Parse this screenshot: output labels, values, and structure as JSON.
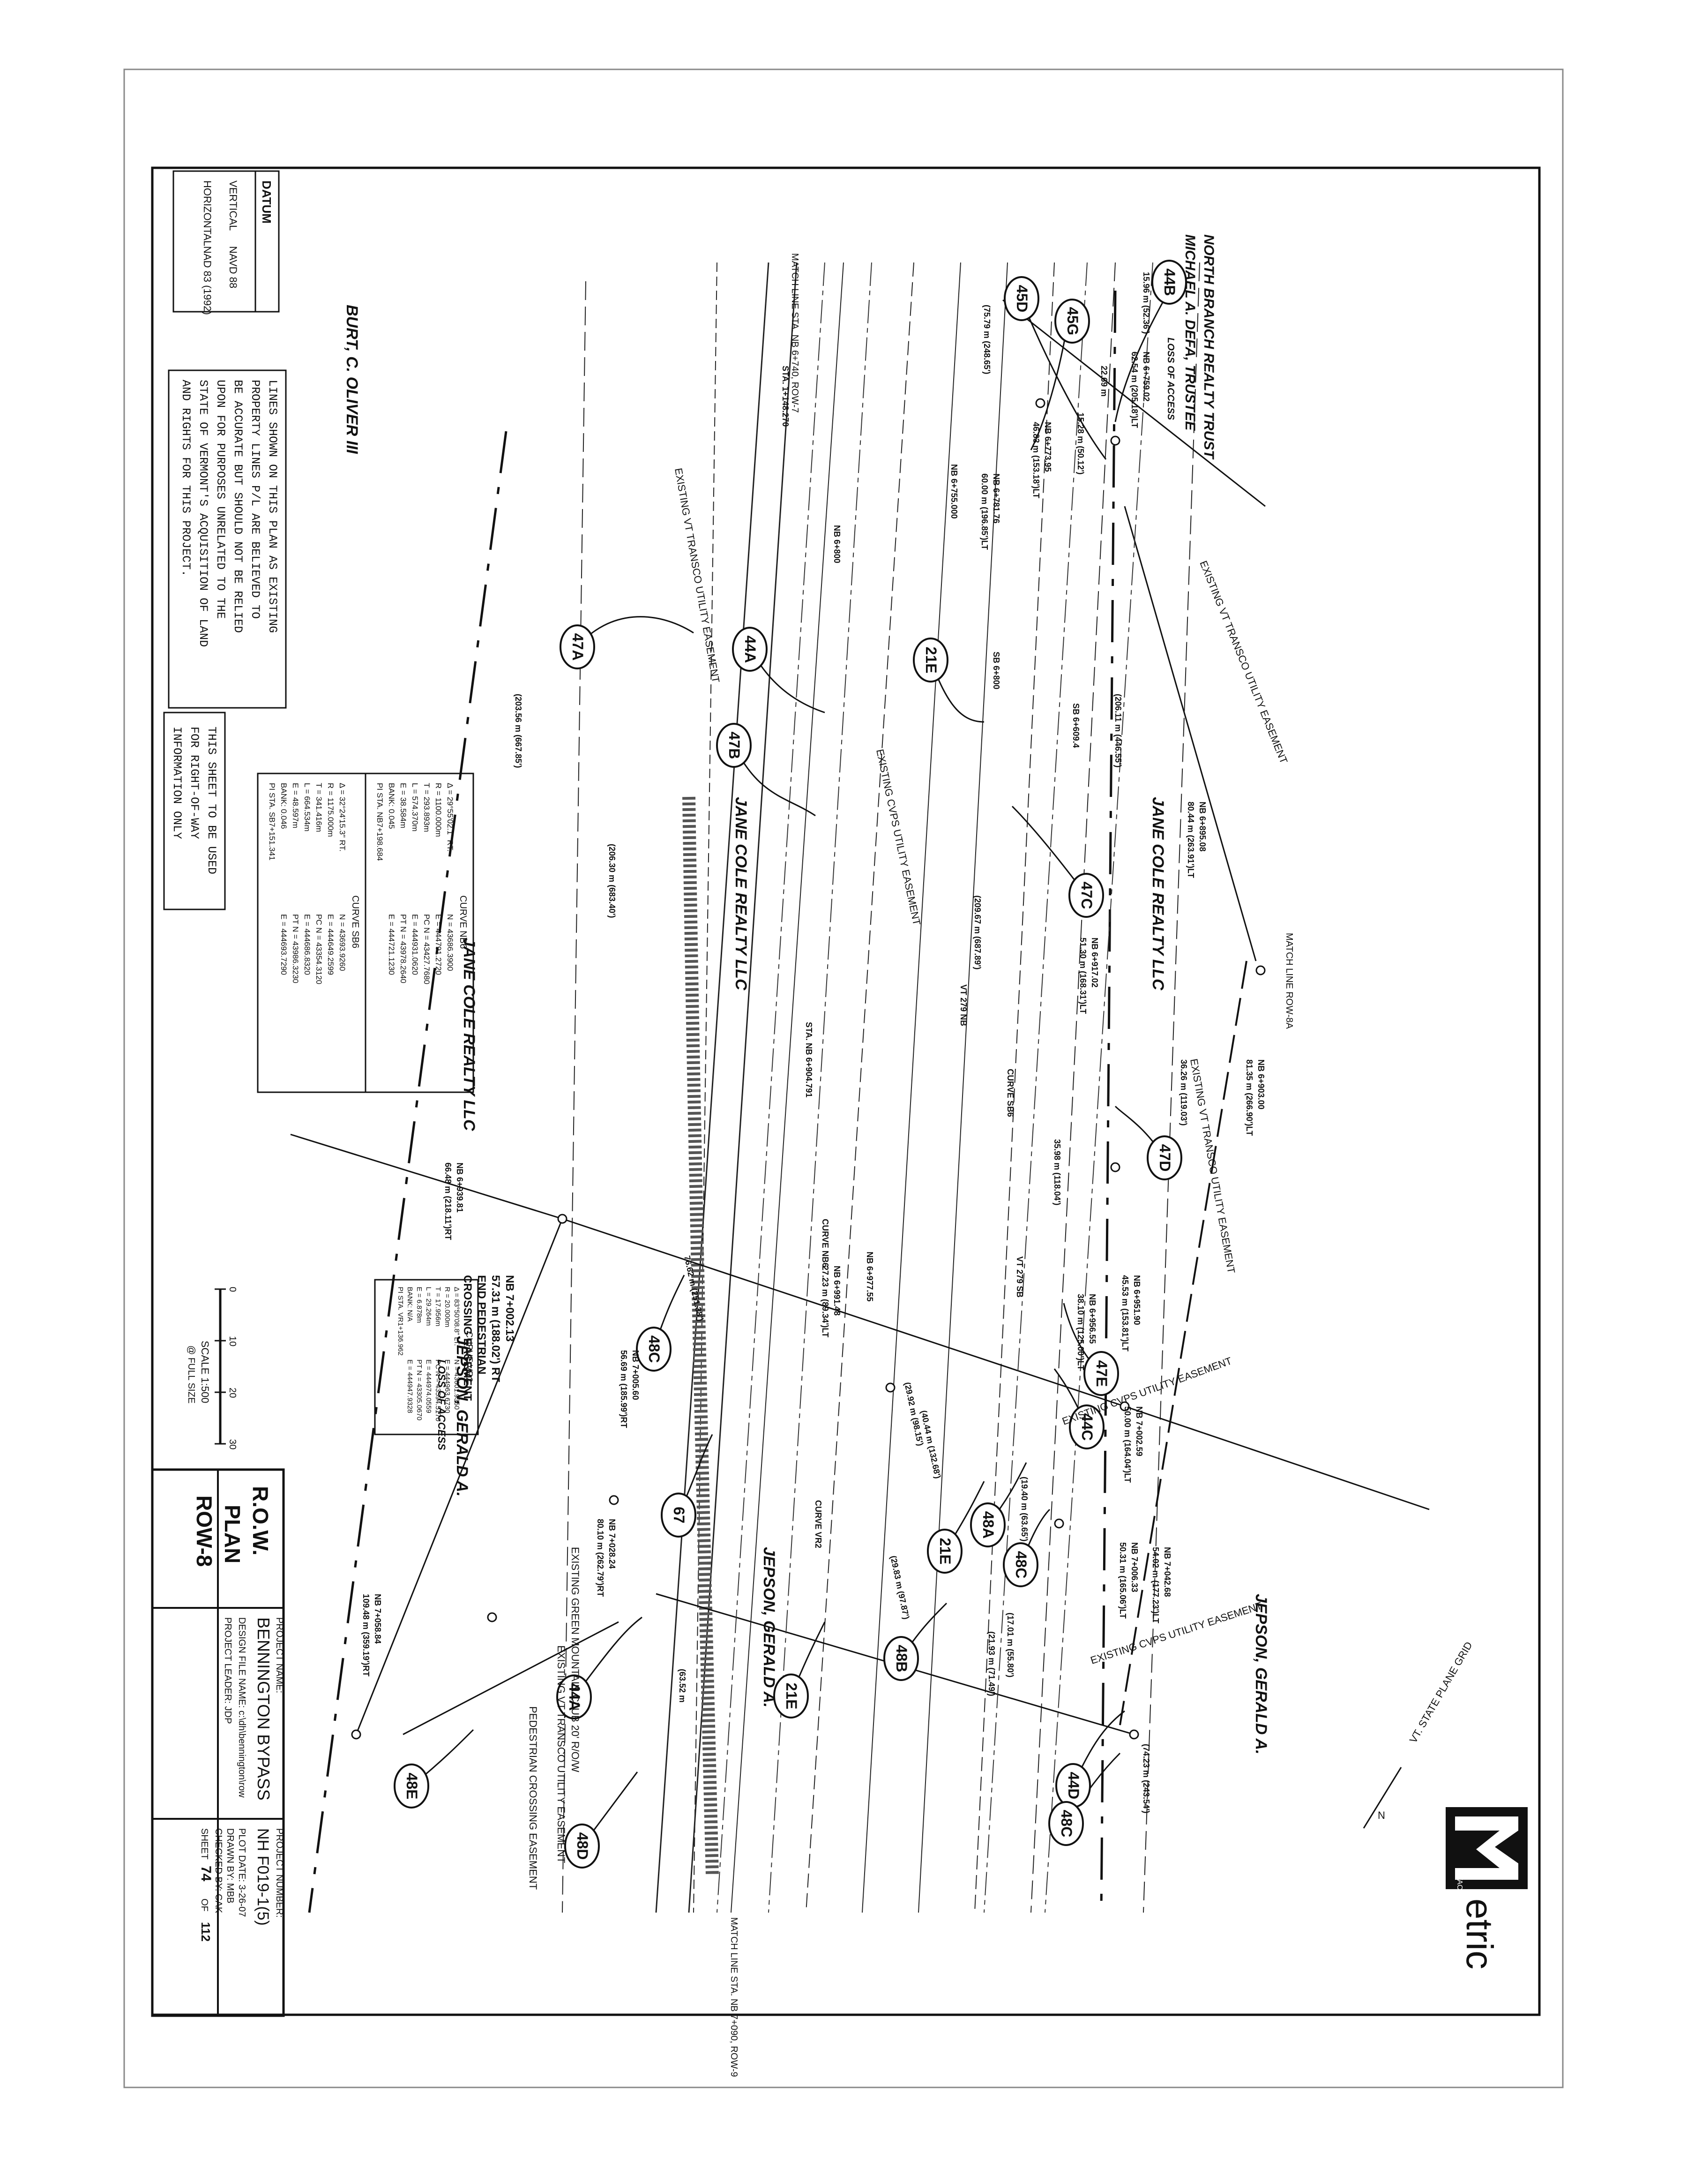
{
  "datum": {
    "title": "DATUM",
    "vertical_label": "VERTICAL",
    "vertical_value": "NAVD 88",
    "horizontal_label": "HORIZONTAL",
    "horizontal_value": "NAD 83 (1992)"
  },
  "notes": {
    "property_lines": [
      "LINES SHOWN ON THIS PLAN AS EXISTING",
      "PROPERTY LINES P/L ARE BELIEVED TO",
      "BE ACCURATE BUT SHOULD NOT BE RELIED",
      "UPON FOR PURPOSES UNRELATED TO THE",
      "STATE OF VERMONT'S ACQUISITION OF LAND",
      "AND RIGHTS FOR THIS PROJECT."
    ],
    "row_only": [
      "THIS SHEET TO BE USED",
      "FOR RIGHT-OF-WAY",
      "INFORMATION ONLY"
    ]
  },
  "owners": {
    "north_branch": [
      "NORTH BRANCH REALTY TRUST",
      "MICHAEL A. DEFA, TRUSTEE"
    ],
    "loss_access_top": "LOSS OF ACCESS",
    "burt": "BURT, C. OLIVER III",
    "jane_cole_1": "JANE COLE REALTY LLC",
    "jane_cole_2": "JANE COLE REALTY LLC",
    "jane_cole_3": "JANE COLE REALTY LLC",
    "jepson_1": "JEPSON, GERALD A.",
    "jepson_2": "JEPSON, GERALD A.",
    "jepson_3": "JEPSON, GERALD A.",
    "loss_access_bottom": "LOSS OF ACCESS"
  },
  "match_lines": {
    "left": "MATCH LINE STA. NB 6+740, ROW-7",
    "right": "MATCH LINE STA. NB 7+090, ROW-9",
    "top": "MATCH LINE ROW-8A"
  },
  "parcels": [
    "44B",
    "45D",
    "45G",
    "47A",
    "44A",
    "21E",
    "47B",
    "47C",
    "47D",
    "47E",
    "44C",
    "48C",
    "67",
    "48A",
    "21E",
    "48C",
    "48B",
    "44A",
    "21E",
    "48E",
    "48D",
    "44D",
    "48C"
  ],
  "easements": [
    "EXISTING VT TRANSCO UTILITY EASEMENT",
    "EXISTING VT TRANSCO UTILITY EASEMENT",
    "EXISTING CVPS UTILITY EASEMENT",
    "EXISTING VT TRANSCO UTILITY EASEMENT",
    "EXISTING CVPS UTILITY EASEMENT",
    "EXISTING CVPS UTILITY EASEMENT",
    "EXISTING GREEN MOUNTAIN CLUB 20' R/O/W",
    "EXISTING VT TRANSCO UTILITY EASEMENT",
    "PEDESTRIAN CROSSING EASEMENT"
  ],
  "stations": [
    "NB 6+759.02",
    "62.54 m (205.18')LT",
    "NB 6+773.95",
    "46.83 m (153.18')LT",
    "NB 6+781.76",
    "60.00 m (196.85')LT",
    "NB 6+755.000",
    "NB 6+800",
    "SB 6+800",
    "SB 6+609.4",
    "NB 6+895.08",
    "80.44 m (263.91')LT",
    "NB 6+917.02",
    "51.30 m (168.31')LT",
    "NB 6+903.00",
    "81.35 m (266.90')LT",
    "NB 6+951.90",
    "45.53 m (153.81')LT",
    "NB 6+956.55",
    "38.10 m (125.00')LT",
    "NB 7+002.59",
    "50.00 m (164.04')LT",
    "NB 7+002.13",
    "57.31 m (188.02') RT",
    "END PEDESTRIAN",
    "CROSSING EASEMENT",
    "NB 6+977.55",
    "NB 6+991.48",
    "27.23 m (89.34')LT",
    "NB 7+005.60",
    "56.69 m (185.99')RT",
    "NB 7+042.68",
    "54.02 m (177.23')LT",
    "NB 7+006.33",
    "50.31 m (165.06')LT",
    "NB 7+028.24",
    "80.10 m (262.79')RT",
    "NB 7+058.84",
    "109.48 m (359.19')RT",
    "NB 6+939.81",
    "66.48 m (218.11')RT",
    "STA. NB 6+904.791",
    "STA. 1+148.270",
    "CURVE NB6",
    "CURVE SB6",
    "CURVE VR2",
    "VT 279 NB",
    "VT 279 SB"
  ],
  "distances": [
    "15.96 m (52.36')",
    "22.69 m",
    "15.28 m (50.12')",
    "(75.79 m (248.65')",
    "(206.11 m (446.55')",
    "(203.56 m (667.85')",
    "(206.30 m (683.40')",
    "(209.67 m (687.89')",
    "36.26 m (119.03')",
    "76.62 m (251.38')",
    "(29.92 m (98.15')",
    "(40.44 m (132.68')",
    "35.98 m (118.04')",
    "(19.40 m (63.65')",
    "(74.23 m (243.54')",
    "(63.52 m",
    "(29.83 m (97.87')",
    "(21.93 m (71.49')",
    "(17.01 m (55.80')"
  ],
  "curve_nb6": {
    "title": "CURVE NB6",
    "lines": [
      "Δ = 29°55'02.1\" RT.",
      "R = 1100.000m",
      "T = 293.893m",
      "L = 574.370m",
      "E = 38.584m",
      "BANK: 0.045",
      "PI STA. NB7+198.684",
      "N = 43686.3900",
      "E = 444791.2720",
      "PC N = 43427.7680",
      "E = 444931.0620",
      "PT N = 43978.2640",
      "E = 444721.1230"
    ]
  },
  "curve_sb6": {
    "title": "CURVE SB6",
    "lines": [
      "Δ = 32°24'15.3\" RT.",
      "R = 1175.000m",
      "T = 341.416m",
      "L = 664.534m",
      "E = 48.597m",
      "BANK: 0.046",
      "PI STA. SB7+151.341",
      "N = 43693.9260",
      "E = 444649.2599",
      "PC N = 43354.3120",
      "E = 444686.8320",
      "PT N = 43986.3230",
      "E = 444693.7290"
    ]
  },
  "curve_vr2": {
    "title": "CURVE VR2",
    "lines": [
      "Δ = 83°50'08.8\" LT.",
      "R = 20.000m",
      "T = 17.956m",
      "L = 29.264m",
      "E = 6.878m",
      "BANK: N/A",
      "PI STA. VR1+136.962",
      "N = 43601.9350",
      "E = 444963.6730",
      "PC N = 43594.5170",
      "E = 444974.0559",
      "PT N = 43305.0670",
      "E = 444947.9328"
    ]
  },
  "scale": {
    "ticks": [
      "0",
      "10",
      "20",
      "30"
    ],
    "label": "SCALE 1:500",
    "sub": "@ FULL SIZE"
  },
  "grid_label": "VT. STATE PLANE GRID",
  "north_symbol": "N",
  "title_block": {
    "row_title": [
      "R.O.W.",
      "PLAN",
      "ROW-8"
    ],
    "project_name_label": "PROJECT NAME:",
    "project_name": "BENNINGTON BYPASS",
    "project_number_label": "PROJECT NUMBER:",
    "project_number": "NH F019-1(5)",
    "design_file": "DESIGN FILE NAME: c:\\dh\\bennington\\row",
    "project_leader": "PROJECT LEADER: JDP",
    "plot_date": "PLOT DATE: 3-26-07",
    "drawn_by": "DRAWN BY: MBB",
    "checked_by": "CHECKED BY: CAK",
    "sheet_label": "SHEET",
    "sheet_no": "74",
    "sheet_of": "OF",
    "sheet_total": "112"
  },
  "logo": {
    "agency": "VAOT",
    "brand": "etric"
  }
}
